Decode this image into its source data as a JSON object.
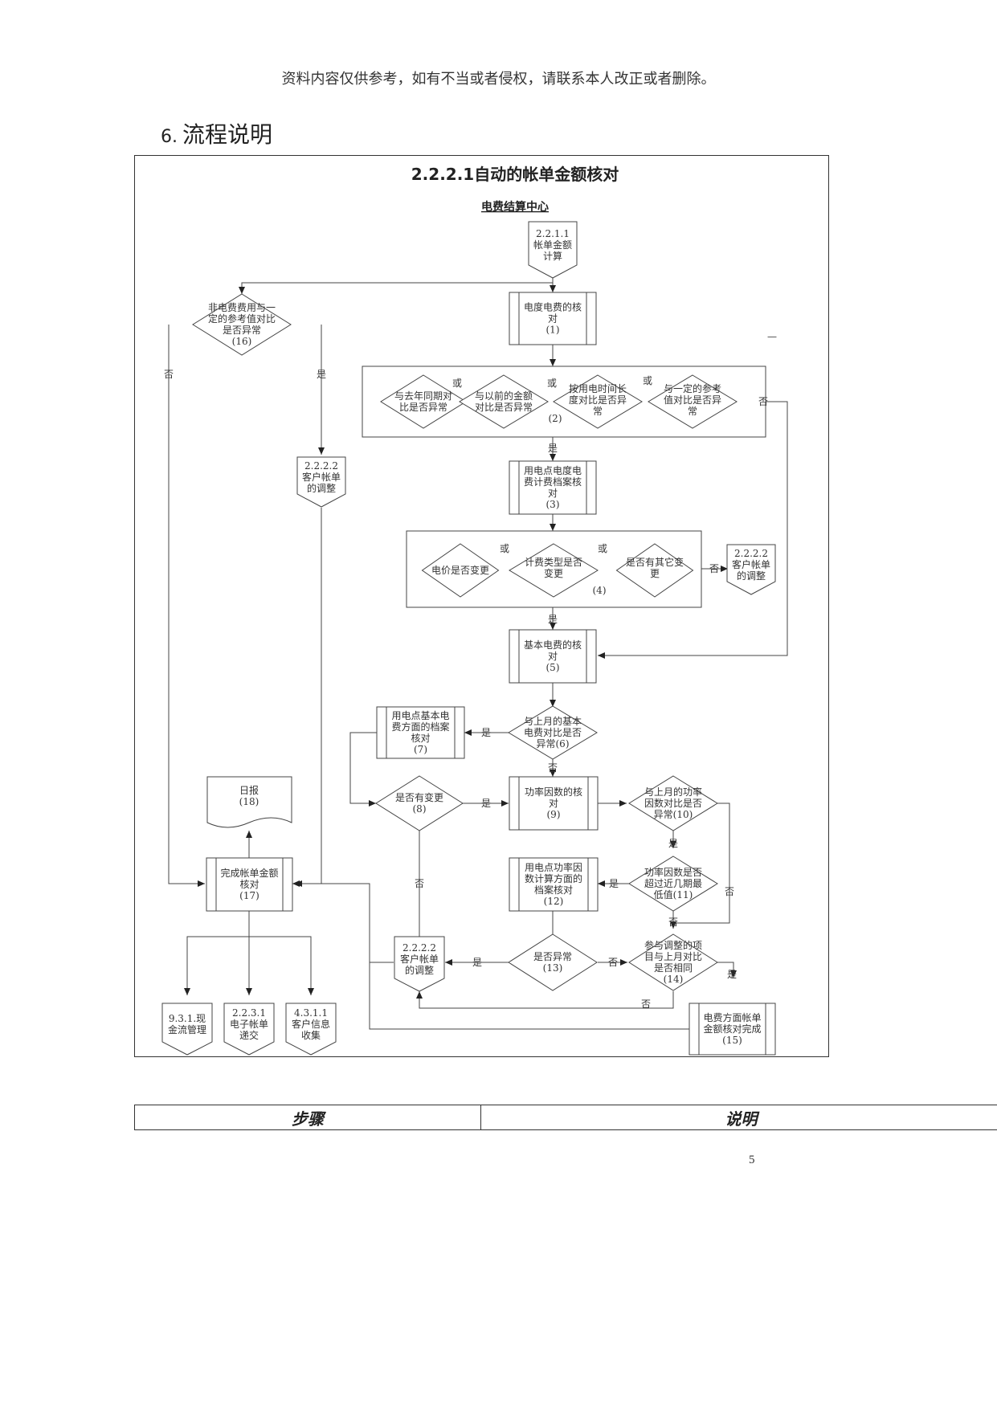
{
  "header": {
    "disclaimer": "资料内容仅供参考，如有不当或者侵权，请联系本人改正或者删除。"
  },
  "section": {
    "number": "6.",
    "title": "流程说明"
  },
  "flowchart": {
    "title": "2.2.2.1自动的帐单金额核对",
    "lane": "电费结算中心",
    "start_ref": [
      "2.2.1.1",
      "帐单金额",
      "计算"
    ],
    "step1": [
      "电度电费的核",
      "对",
      "(1)"
    ],
    "step2_d1": [
      "与去年同期对",
      "比是否异常"
    ],
    "step2_d2": [
      "与以前的金额",
      "对比是否异常"
    ],
    "step2_d3": [
      "按用电时间长",
      "度对比是否异",
      "常"
    ],
    "step2_d4": [
      "与一定的参考",
      "值对比是否异",
      "常"
    ],
    "step2_num": "(2)",
    "step3": [
      "用电点电度电",
      "费计费档案核",
      "对",
      "(3)"
    ],
    "step4_d1": [
      "电价是否变更"
    ],
    "step4_d2": [
      "计费类型是否",
      "变更"
    ],
    "step4_d3": [
      "是否有其它变",
      "更"
    ],
    "step4_num": "(4)",
    "step5": [
      "基本电费的核",
      "对",
      "(5)"
    ],
    "step6": [
      "与上月的基本",
      "电费对比是否",
      "异常(6)"
    ],
    "step7": [
      "用电点基本电",
      "费方面的档案",
      "核对",
      "(7)"
    ],
    "step8": [
      "是否有变更",
      "(8)"
    ],
    "step9": [
      "功率因数的核",
      "对",
      "(9)"
    ],
    "step10": [
      "与上月的功率",
      "因数对比是否",
      "异常(10)"
    ],
    "step11": [
      "功率因数是否",
      "超过近几期最",
      "低值(11)"
    ],
    "step12": [
      "用电点功率因",
      "数计算方面的",
      "档案核对",
      "(12)"
    ],
    "step13": [
      "是否异常",
      "(13)"
    ],
    "step14": [
      "参与调整的项",
      "目与上月对比",
      "是否相同",
      "(14)"
    ],
    "step15": [
      "电费方面帐单",
      "金额核对完成",
      "(15)"
    ],
    "step16": [
      "非电费费用与一",
      "定的参考值对比",
      "是否异常",
      "(16)"
    ],
    "step17": [
      "完成帐单金额",
      "核对",
      "(17)"
    ],
    "step18": [
      "日报",
      "(18)"
    ],
    "adjust_ref": [
      "2.2.2.2",
      "客户帐单",
      "的调整"
    ],
    "out_ref1": [
      "9.3.1.现",
      "金流管理"
    ],
    "out_ref2": [
      "2.2.3.1",
      "电子帐单",
      "递交"
    ],
    "out_ref3": [
      "4.3.1.1",
      "客户信息",
      "收集"
    ],
    "labels": {
      "or": "或",
      "yes": "是",
      "no": "否",
      "dash": "—"
    }
  },
  "table": {
    "col1": "步骤",
    "col2": "说明"
  },
  "footer": {
    "page": "5"
  }
}
